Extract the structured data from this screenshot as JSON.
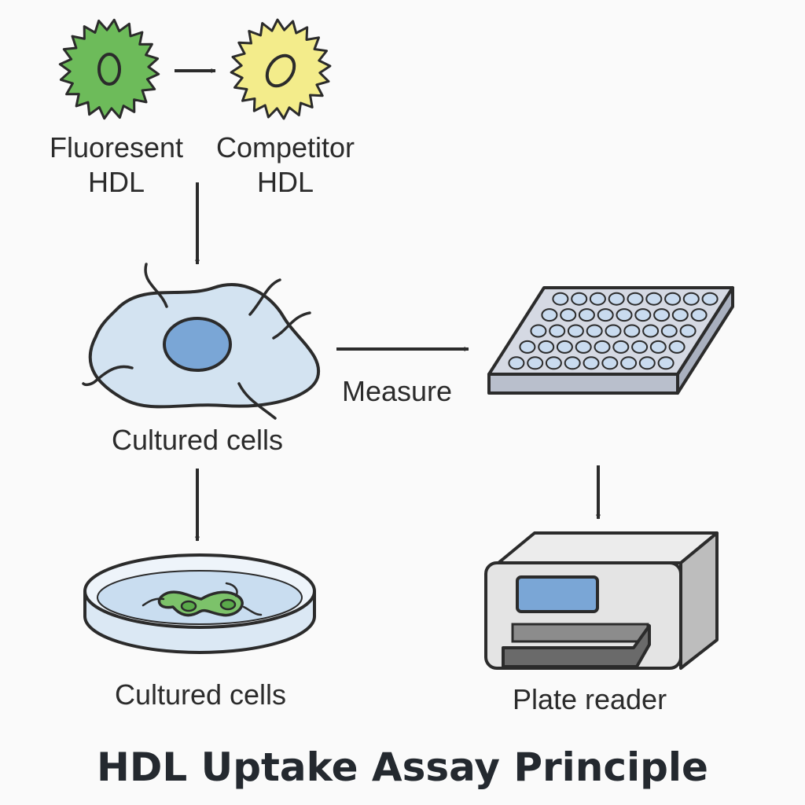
{
  "title": "HDL Uptake Assay Principle",
  "labels": {
    "fluorescent_hdl": [
      "Fluoresent",
      "HDL"
    ],
    "competitor_hdl": [
      "Competitor",
      "HDL"
    ],
    "cultured_cells_top": "Cultured cells",
    "measure": "Measure",
    "cultured_cells_bottom": "Cultured cells",
    "plate_reader": "Plate reader"
  },
  "icons": [
    "green-spiky-hdl-particle-icon",
    "yellow-spiky-hdl-particle-icon",
    "cultured-cell-icon",
    "petri-dish-icon",
    "well-plate-icon",
    "plate-reader-icon"
  ],
  "colors": {
    "fluorescent_hdl": "#6dbb5a",
    "competitor_hdl": "#f3ec8b",
    "cell_body": "#d3e3f1",
    "nucleus": "#7aa6d6",
    "dish_cells": "#7cc26a",
    "plate": "#d5d9e3",
    "plate_wells": "#c9dbef",
    "reader_body": "#e4e4e4",
    "reader_screen": "#7aa6d6",
    "outline": "#2b2b2b"
  }
}
